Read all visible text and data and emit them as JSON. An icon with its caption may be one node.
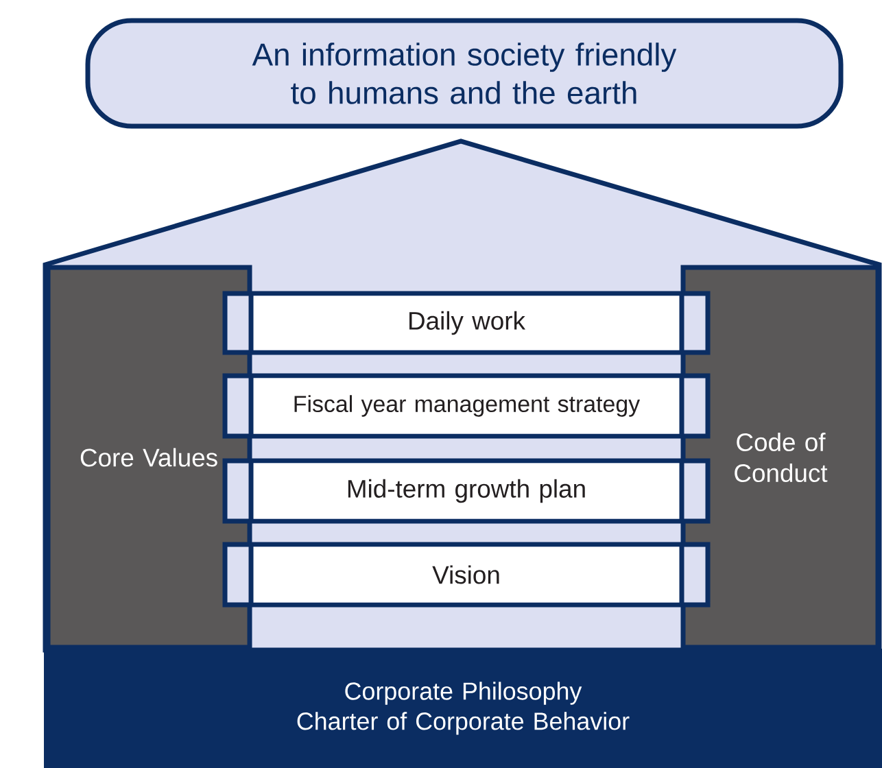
{
  "diagram": {
    "nodes": [
      {
        "text": [
          "An information society friendly to humans and the earth"
        ]
      },
      {
        "text": [
          "Core Values"
        ]
      },
      {
        "text": [
          "Daily work"
        ]
      },
      {
        "text": [
          "Fiscal year management strategy"
        ]
      },
      {
        "text": [
          "Mid-term growth plan"
        ]
      },
      {
        "text": [
          "Vision"
        ]
      },
      {
        "text": [
          "Code of Conduct"
        ]
      },
      {
        "text": [
          "Corporate Philosophy",
          "Charter of Corporate Behavior"
        ]
      }
    ],
    "edges": []
  }
}
